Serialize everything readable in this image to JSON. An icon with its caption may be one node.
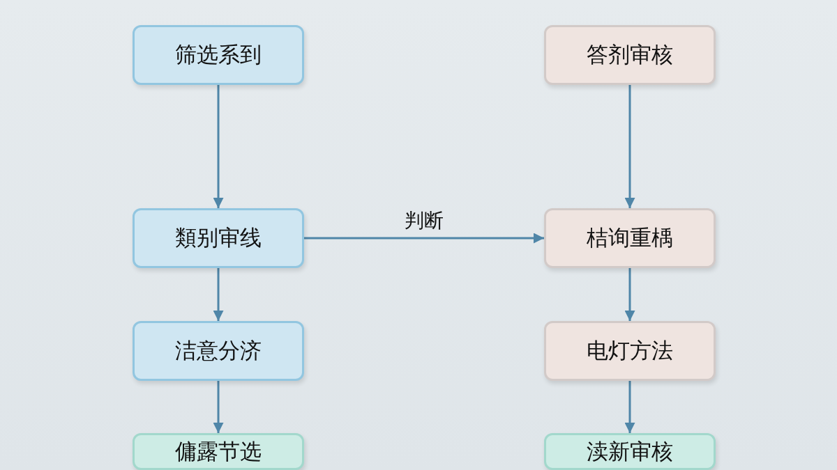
{
  "diagram": {
    "nodes": [
      {
        "text": [
          "筛选系到"
        ]
      },
      {
        "text": [
          "類别审线"
        ]
      },
      {
        "text": [
          "洁意分济"
        ]
      },
      {
        "text": [
          "傭露节选"
        ]
      },
      {
        "text": [
          "答剂审核"
        ]
      },
      {
        "text": [
          "桔询重楀"
        ]
      },
      {
        "text": [
          "电灯方法"
        ]
      },
      {
        "text": [
          "渎新审核"
        ]
      }
    ],
    "edges": [
      {
        "from": 0,
        "to": 1,
        "arrow": "to"
      },
      {
        "from": 1,
        "to": 2,
        "arrow": "to"
      },
      {
        "from": 2,
        "to": 3,
        "arrow": "to"
      },
      {
        "from": 4,
        "to": 5,
        "arrow": "to"
      },
      {
        "from": 5,
        "to": 6,
        "arrow": "to"
      },
      {
        "from": 6,
        "to": 7,
        "arrow": "to"
      },
      {
        "from": 1,
        "to": 5,
        "arrow": "to",
        "label": "判断"
      }
    ]
  }
}
